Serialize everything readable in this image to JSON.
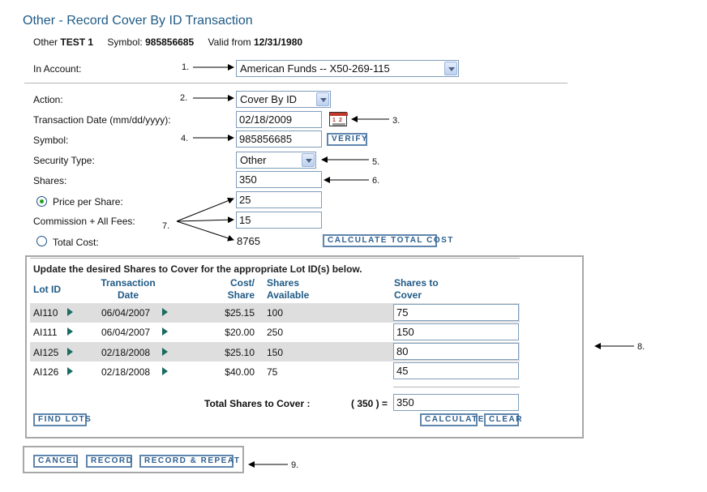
{
  "page": {
    "title": "Other - Record Cover By ID Transaction"
  },
  "info": {
    "type_label": "Other",
    "type_value": "TEST 1",
    "symbol_label": "Symbol:",
    "symbol_value": "985856685",
    "valid_label": "Valid from",
    "valid_value": "12/31/1980"
  },
  "form": {
    "account_label": "In Account:",
    "account_value": "American Funds -- X50-269-115",
    "action_label": "Action:",
    "action_value": "Cover By ID",
    "date_label": "Transaction Date (mm/dd/yyyy):",
    "date_value": "02/18/2009",
    "calendar_text": "1 2",
    "symbol_label": "Symbol:",
    "symbol_value": "985856685",
    "verify_label": "VERIFY",
    "security_label": "Security Type:",
    "security_value": "Other",
    "shares_label": "Shares:",
    "shares_value": "350",
    "price_label": "Price per Share:",
    "price_value": "25",
    "price_selected": true,
    "commission_label": "Commission + All Fees:",
    "commission_value": "15",
    "total_label": "Total Cost:",
    "total_value": "8765",
    "total_selected": false,
    "calc_total_label": "CALCULATE TOTAL COST"
  },
  "lots": {
    "instruction": "Update the desired Shares to Cover for the appropriate Lot ID(s) below.",
    "headers": {
      "lot_id": "Lot ID",
      "txn_date_1": "Transaction",
      "txn_date_2": "Date",
      "cost_1": "Cost/",
      "cost_2": "Share",
      "avail_1": "Shares",
      "avail_2": "Available",
      "cover_1": "Shares to",
      "cover_2": "Cover"
    },
    "rows": [
      {
        "id": "AI110",
        "date": "06/04/2007",
        "cost": "$25.15",
        "available": "100",
        "cover": "75"
      },
      {
        "id": "AI111",
        "date": "06/04/2007",
        "cost": "$20.00",
        "available": "250",
        "cover": "150"
      },
      {
        "id": "AI125",
        "date": "02/18/2008",
        "cost": "$25.10",
        "available": "150",
        "cover": "80"
      },
      {
        "id": "AI126",
        "date": "02/18/2008",
        "cost": "$40.00",
        "available": "75",
        "cover": "45"
      }
    ],
    "total_label": "Total Shares to Cover :",
    "total_expected": "( 350 ) =",
    "total_value": "350",
    "find_lots_label": "FIND LOTS",
    "calculate_label": "CALCULATE",
    "clear_label": "CLEAR"
  },
  "actions": {
    "cancel_label": "CANCEL",
    "record_label": "RECORD",
    "record_repeat_label": "RECORD & REPEAT"
  },
  "annotations": {
    "n1": "1.",
    "n2": "2.",
    "n3": "3.",
    "n4": "4.",
    "n5": "5.",
    "n6": "6.",
    "n7": "7.",
    "n8": "8.",
    "n9": "9."
  },
  "colors": {
    "title": "#1f5a86",
    "button_border": "#5f86ad",
    "row_shade": "#dedede",
    "radio_dot": "#21a121"
  }
}
